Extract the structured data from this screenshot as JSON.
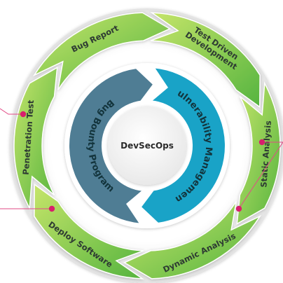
{
  "diagram": {
    "center_label": "DevSecOps",
    "inner_ring": [
      {
        "label": "Bug Bounty Program",
        "color": "#4f7d94"
      },
      {
        "label": "Vulnerability Management",
        "color": "#19a3c7"
      }
    ],
    "outer_ring": [
      {
        "label": "Bug Report"
      },
      {
        "label_lines": [
          "Test Driven",
          "Development"
        ]
      },
      {
        "label": "Static Analysis"
      },
      {
        "label": "Dynamic Analysis"
      },
      {
        "label": "Deploy Software"
      },
      {
        "label": "Penetration Test"
      }
    ],
    "colors": {
      "green_light": "#b5dc57",
      "green_dark": "#4fb03d",
      "accent_pink": "#d81f6c",
      "connector": "#e24a86"
    }
  }
}
